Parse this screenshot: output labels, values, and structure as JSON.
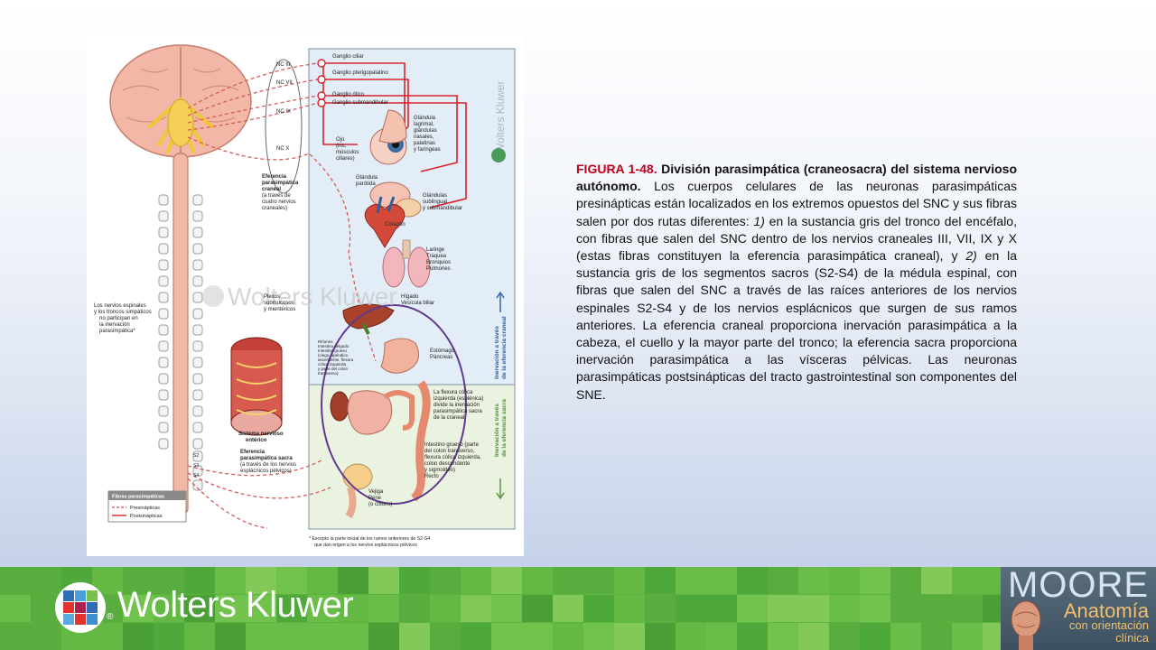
{
  "figure": {
    "watermark": "Wolters Kluwer",
    "labels": {
      "nc3": "NC III",
      "nc7": "NC VII",
      "nc9": "NC IX",
      "nc10": "NC X",
      "g_ciliar": "Ganglio ciliar",
      "g_ptery": "Ganglio pterigopalatino",
      "g_otico": "Ganglio ótico",
      "g_submand": "Ganglio submandibular",
      "glandula_l1": "Glándula",
      "glandula_l2": "lagrimal,",
      "glandula_l3": "glándulas",
      "glandula_l4": "nasales,",
      "glandula_l5": "palatinas",
      "glandula_l6": "y faríngeas",
      "ojo_l1": "Ojo",
      "ojo_l2": "(iris,",
      "ojo_l3": "músculos",
      "ojo_l4": "ciliares)",
      "parotida_l1": "Glándula",
      "parotida_l2": "parótida",
      "sublingual_l1": "Glándulas",
      "sublingual_l2": "sublingual",
      "sublingual_l3": "y submandibular",
      "eferencia_craneal_l1": "Eferencia",
      "eferencia_craneal_l2": "parasimpática",
      "eferencia_craneal_l3": "craneal",
      "eferencia_craneal_l4": "(a través de",
      "eferencia_craneal_l5": "cuatro nervios",
      "eferencia_craneal_l6": "craneales)",
      "corazon": "Corazón",
      "laringe_l1": "Laringe",
      "laringe_l2": "Tráquea",
      "laringe_l3": "Bronquios",
      "laringe_l4": "Pulmones",
      "higado_l1": "Hígado",
      "higado_l2": "Vesícula biliar",
      "plexos_l1": "Plexos",
      "plexos_l2": "submucosos",
      "plexos_l3": "y mientéricos",
      "estomago_l1": "Estómago",
      "estomago_l2": "Páncreas",
      "nervios_l1": "Los nervios espinales",
      "nervios_l2": "y los troncos simpáticos",
      "nervios_l3": "no participan en",
      "nervios_l4": "la inervación",
      "nervios_l5": "parasimpática*",
      "rinones_l1": "Riñones",
      "rinones_l2": "Intestino delgado",
      "rinones_l3": "Intestino grueso",
      "rinones_l4": "(ciego, apéndice,",
      "rinones_l5": "ascendente, flexura",
      "rinones_l6": "cólica izquierda",
      "rinones_l7": "y parte del colon",
      "rinones_l8": "transverso)",
      "flexura_l1": "La flexura cólica",
      "flexura_l2": "izquierda (esplénica)",
      "flexura_l3": "divide la inervación",
      "flexura_l4": "parasimpática sacra",
      "flexura_l5": "de la craneal",
      "sne_l1": "Sistema nervioso",
      "sne_l2": "entérico",
      "sacra_l1": "Eferencia",
      "sacra_l2": "parasimpática sacra",
      "sacra_l3": "(a través de los nervios",
      "sacra_l4": "esplácnicos pélvicos)",
      "ig_l1": "Intestino grueso (parte",
      "ig_l2": "del colon transverso,",
      "ig_l3": "flexura cólica izquierda,",
      "ig_l4": "colon descendente",
      "ig_l5": "y sigmoideo)",
      "ig_l6": "Recto",
      "vejiga_l1": "Vejiga",
      "vejiga_l2": "Pene",
      "vejiga_l3": "(o clítoris)",
      "craneal_vert_l1": "Inervación a través",
      "craneal_vert_l2": "de la eferencia craneal",
      "sacra_vert_l1": "Inervación a través",
      "sacra_vert_l2": "de la eferencia sacra",
      "s2": "S2",
      "s3": "S3",
      "s4": "S4",
      "legend_title": "Fibras parasimpáticas",
      "legend_pre": "Presinápticas",
      "legend_post": "Postsinápticas",
      "footnote_l1": "* Excepto la parte inicial de los ramos anteriores de S2-S4",
      "footnote_l2": "que dan origen a los nervios esplácnicos pélvicos"
    }
  },
  "caption": {
    "fig_num": "FIGURA 1-48.",
    "fig_title": "División parasimpática (craneosacra) del sistema nervioso autónomo.",
    "body_1": " Los cuerpos celulares de las neuronas parasimpáticas presinápticas están localizados en los extremos opuestos del SNC y sus fibras salen por dos rutas diferentes: ",
    "em_1": "1)",
    "body_2": " en la sustancia gris del tronco del encéfalo, con fibras que salen del SNC dentro de los nervios craneales III, VII, IX y X (estas fibras constituyen la eferencia parasimpática craneal), y ",
    "em_2": "2)",
    "body_3": " en la sustancia gris de los segmentos sacros (S2-S4) de la médula espinal, con fibras que salen del SNC a través de las raíces anteriores de los nervios espinales S2-S4 y de los nervios esplácnicos que surgen de sus ramos anteriores. La eferencia craneal proporciona inervación parasimpática a la cabeza, el cuello y la mayor parte del tronco; la eferencia sacra proporciona inervación parasimpática a las vísceras pélvicas. Las neuronas parasimpáticas postsinápticas del tracto gastrointestinal son componentes del SNE."
  },
  "footer": {
    "brand": "Wolters Kluwer",
    "reg": "®",
    "moore_title": "MOORE",
    "moore_sub1": "Anatomía",
    "moore_sub2_l1": "con orientación",
    "moore_sub2_l2": "clínica"
  },
  "colors": {
    "presynaptic": "#c94a4a",
    "postsynaptic": "#d8232a",
    "footer_green": "#5bb33f",
    "title_red": "#c0001c"
  }
}
